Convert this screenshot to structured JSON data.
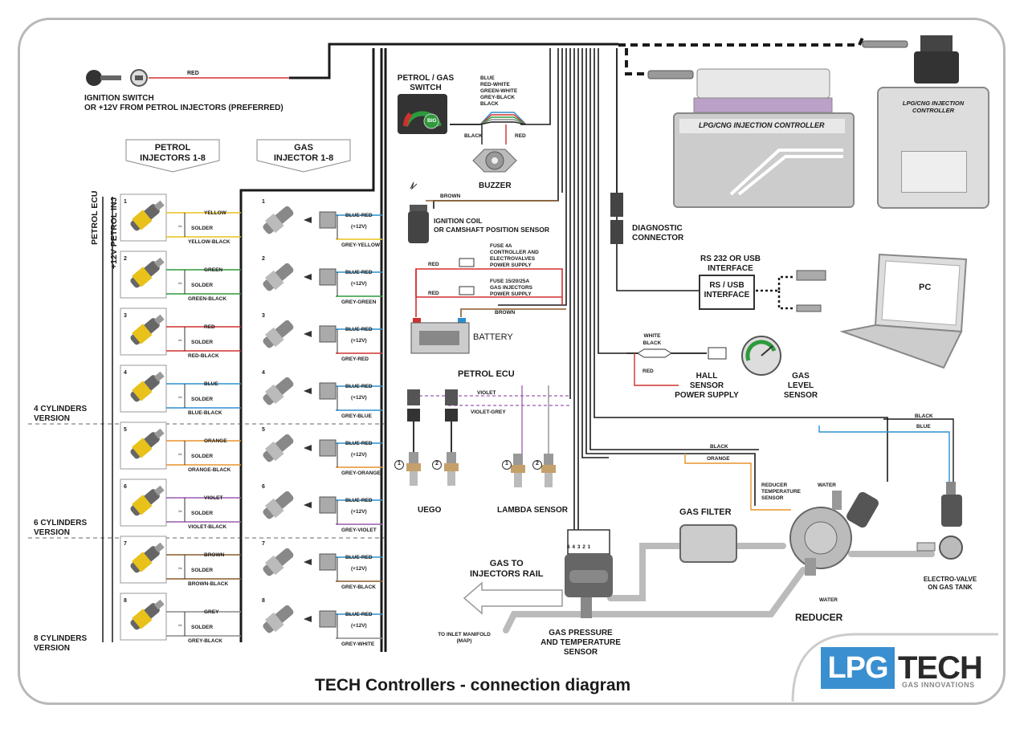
{
  "title": "TECH Controllers - connection diagram",
  "logo": {
    "lpg": "LPG",
    "tech": "TECH",
    "sub": "GAS INNOVATIONS"
  },
  "ignition": {
    "wire": "RED",
    "label": "IGNITION SWITCH\nOR +12V FROM PETROL INJECTORS (PREFERRED)"
  },
  "petrol_injectors_header": "PETROL\nINJECTORS 1-8",
  "gas_injector_header": "GAS\nINJECTOR 1-8",
  "petrol_ecu_vertical": "PETROL ECU",
  "petrol_inj_vertical": "+12V PETROL INJ",
  "solder": "SOLDER",
  "injectors": [
    {
      "num": "1",
      "wire": "YELLOW",
      "wire_black": "YELLOW-BLACK",
      "gas_wire": "BLUE-RED",
      "v": "(+12V)",
      "gas_grey": "GREY-YELLOW",
      "color": "#e8c21a"
    },
    {
      "num": "2",
      "wire": "GREEN",
      "wire_black": "GREEN-BLACK",
      "gas_wire": "BLUE-RED",
      "v": "(+12V)",
      "gas_grey": "GREY-GREEN",
      "color": "#2e9a3c"
    },
    {
      "num": "3",
      "wire": "RED",
      "wire_black": "RED-BLACK",
      "gas_wire": "BLUE-RED",
      "v": "(+12V)",
      "gas_grey": "GREY-RED",
      "color": "#d23030"
    },
    {
      "num": "4",
      "wire": "BLUE",
      "wire_black": "BLUE-BLACK",
      "gas_wire": "BLUE-RED",
      "v": "(+12V)",
      "gas_grey": "GREY-BLUE",
      "color": "#2d8fcf"
    },
    {
      "num": "5",
      "wire": "ORANGE",
      "wire_black": "ORANGE-BLACK",
      "gas_wire": "BLUE-RED",
      "v": "(+12V)",
      "gas_grey": "GREY-ORANGE",
      "color": "#e8922a"
    },
    {
      "num": "6",
      "wire": "VIOLET",
      "wire_black": "VIOLET-BLACK",
      "gas_wire": "BLUE-RED",
      "v": "(+12V)",
      "gas_grey": "GREY-VIOLET",
      "color": "#9a5bb0"
    },
    {
      "num": "7",
      "wire": "BROWN",
      "wire_black": "BROWN-BLACK",
      "gas_wire": "BLUE-RED",
      "v": "(+12V)",
      "gas_grey": "GREY-BLACK",
      "color": "#8a5a2a"
    },
    {
      "num": "8",
      "wire": "GREY",
      "wire_black": "GREY-BLACK",
      "gas_wire": "BLUE-RED",
      "v": "(+12V)",
      "gas_grey": "GREY-WHITE",
      "color": "#888888"
    }
  ],
  "versions": {
    "v4": "4 CYLINDERS\nVERSION",
    "v6": "6 CYLINDERS\nVERSION",
    "v8": "8 CYLINDERS\nVERSION"
  },
  "switch": {
    "label": "PETROL / GAS\nSWITCH",
    "wires": "BLUE\nRED-WHITE\nGREEN-WHITE\nGREY-BLACK\nBLACK",
    "black": "BLACK",
    "red": "RED",
    "buzzer": "BUZZER",
    "logo": "BIG"
  },
  "ignition_coil": {
    "wire": "BROWN",
    "label": "IGNITION COIL\nOR CAMSHAFT POSITION SENSOR"
  },
  "battery": {
    "red1": "RED",
    "red2": "RED",
    "fuse1": "FUSE 4A\nCONTROLLER AND\nELECTROVALVES\nPOWER SUPPLY",
    "fuse2": "FUSE 15/20/25A\nGAS INJECTORS\nPOWER SUPPLY",
    "brown": "BROWN",
    "label": "BATTERY"
  },
  "petrol_ecu": {
    "label": "PETROL ECU",
    "violet": "VIOLET",
    "violet_grey": "VIOLET-GREY",
    "uego": "UEGO",
    "lambda": "LAMBDA SENSOR"
  },
  "controllers": {
    "main": "LPG/CNG INJECTION CONTROLLER",
    "small": "LPG/CNG\nINJECTION CONTROLLER"
  },
  "diagnostic": "DIAGNOSTIC\nCONNECTOR",
  "interface": {
    "top": "RS 232 OR USB\nINTERFACE",
    "box": "RS / USB\nINTERFACE"
  },
  "pc": "PC",
  "hall": {
    "white": "WHITE",
    "black": "BLACK",
    "red": "RED",
    "label": "HALL\nSENSOR\nPOWER SUPPLY"
  },
  "gas_level": "GAS\nLEVEL\nSENSOR",
  "reducer": {
    "black": "BLACK",
    "orange": "ORANGE",
    "temp": "REDUCER\nTEMPERATURE\nSENSOR",
    "water_top": "WATER",
    "water_bottom": "WATER",
    "label": "REDUCER"
  },
  "tank": {
    "black": "BLACK",
    "blue": "BLUE",
    "label": "ELECTRO-VALVE\nON GAS TANK"
  },
  "gas_filter": "GAS FILTER",
  "injectors_rail": "GAS TO\nINJECTORS RAIL",
  "map": {
    "label": "GAS PRESSURE\nAND TEMPERATURE\nSENSOR",
    "manifold": "TO INLET MANIFOLD\n(MAP)",
    "pins": "6 4 3 2 1"
  },
  "colors": {
    "wire": "#1a1a1a",
    "frame": "#b8b8b8",
    "accent": "#3a8fd0"
  }
}
